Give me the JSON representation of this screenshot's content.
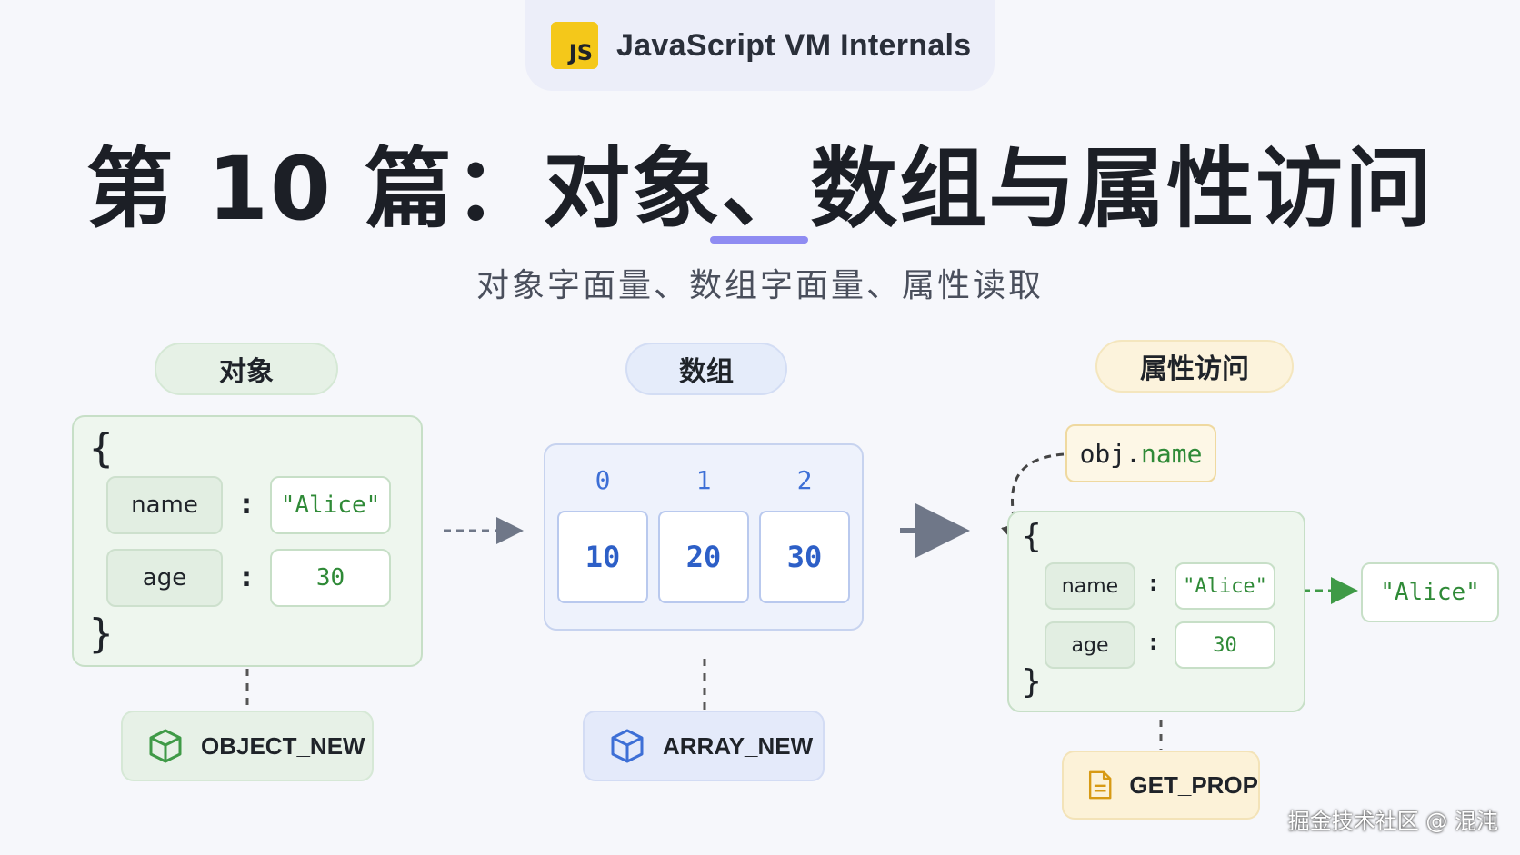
{
  "header": {
    "badge": "JS",
    "tag_text": "JavaScript VM Internals",
    "title": "第 10 篇：对象、数组与属性访问",
    "subtitle": "对象字面量、数组字面量、属性读取"
  },
  "object_panel": {
    "label": "对象",
    "open_brace": "{",
    "close_brace": "}",
    "rows": [
      {
        "key": "name",
        "colon": ":",
        "value": "\"Alice\""
      },
      {
        "key": "age",
        "colon": ":",
        "value": "30"
      }
    ],
    "opcode": "OBJECT_NEW"
  },
  "array_panel": {
    "label": "数组",
    "indices": [
      "0",
      "1",
      "2"
    ],
    "values": [
      "10",
      "20",
      "30"
    ],
    "opcode": "ARRAY_NEW"
  },
  "access_panel": {
    "label": "属性访问",
    "expr_obj": "obj.",
    "expr_prop": "name",
    "open_brace": "{",
    "close_brace": "}",
    "rows": [
      {
        "key": "name",
        "colon": ":",
        "value": "\"Alice\""
      },
      {
        "key": "age",
        "colon": ":",
        "value": "30"
      }
    ],
    "result": "\"Alice\"",
    "opcode": "GET_PROP"
  },
  "watermark": "掘金技术社区 @ 混沌",
  "colors": {
    "green": "#2f8a37",
    "blue": "#2d5fc7",
    "yellow": "#f4c81a",
    "accent_bar": "#8f8cf2"
  }
}
